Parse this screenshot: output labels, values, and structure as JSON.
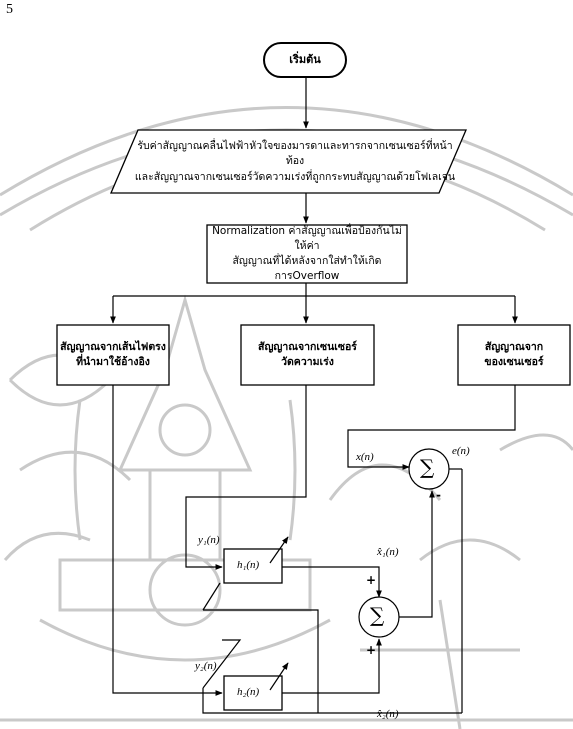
{
  "page_number": "5",
  "watermark_color": "#c9c9c9",
  "nodes": {
    "start": "เริ่มต้น",
    "input": "รับค่าสัญญาณคลื่นไฟฟ้าหัวใจของมารดาและทารกจากเซนเซอร์ที่หน้าท้อง\nและสัญญาณจากเซนเซอร์วัดความเร่งที่ถูกกระทบสัญญาณด้วยโฟเลเจน",
    "normalize": "Normalization ค่าสัญญาณเพื่อป้องกันไม่ให้ค่า\nสัญญาณที่ได้หลังจากใส่ทำให้เกิดการOverflow",
    "branch_left": "สัญญาณจากเส้นไฟตรง\nที่นำมาใช้อ้างอิง",
    "branch_mid": "สัญญาณจากเซนเซอร์\nวัดความเร่ง",
    "branch_right": "สัญญาณจาก\nของเซนเซอร์"
  },
  "symbols": {
    "x": "x(n)",
    "e": "e(n)",
    "y1": "y₁(n)",
    "y2": "y₂(n)",
    "h1": "h₁(n)",
    "h2": "h₂(n)",
    "x1hat": "x̂₁(n)",
    "x2hat": "x̂₂(n)",
    "sigma": "∑",
    "plus": "+",
    "minus": "-"
  }
}
